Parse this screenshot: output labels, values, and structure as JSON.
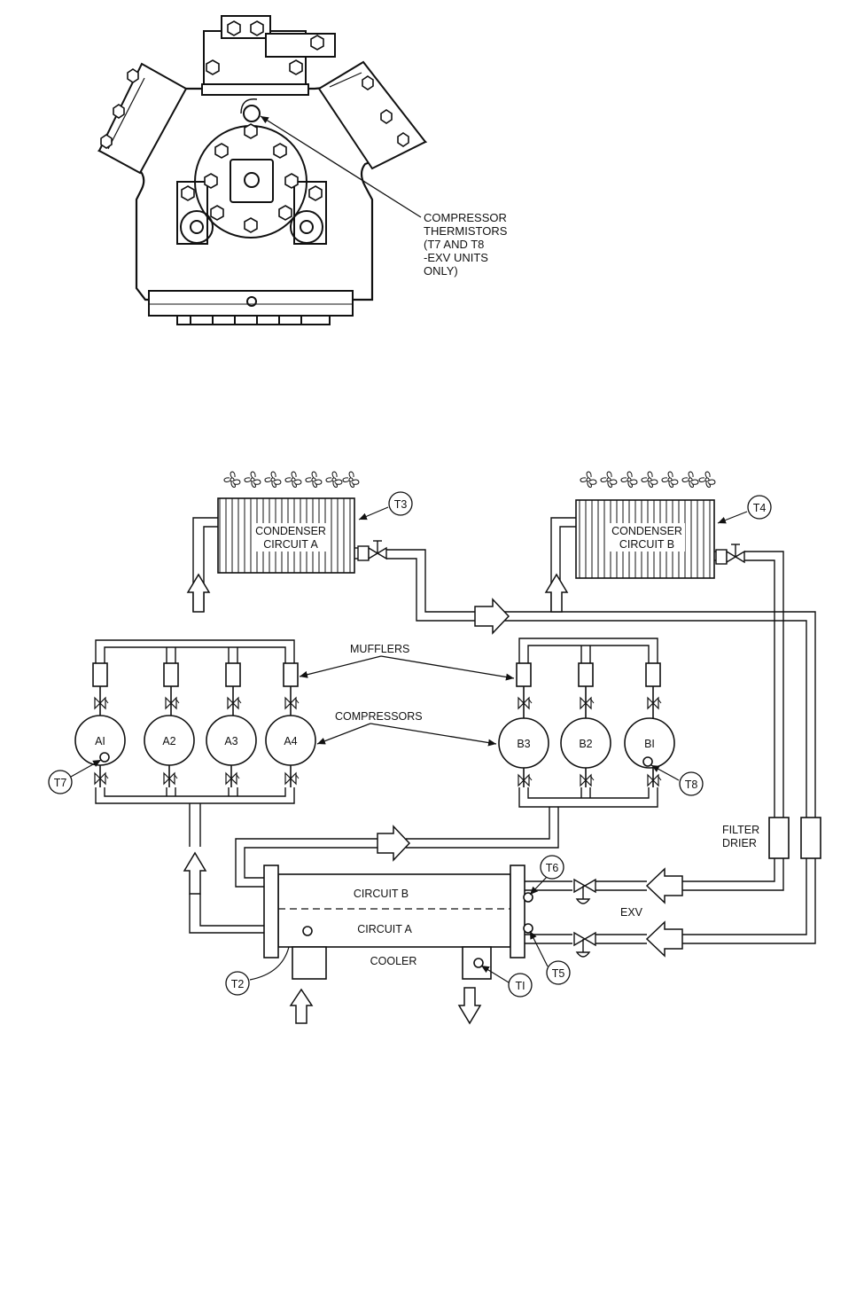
{
  "compressor_view": {
    "thermistor_callout": [
      "COMPRESSOR",
      "THERMISTORS",
      "(T7 AND T8",
      "-EXV UNITS",
      "ONLY)"
    ]
  },
  "schematic": {
    "condenser_a": [
      "CONDENSER",
      "CIRCUIT A"
    ],
    "condenser_b": [
      "CONDENSER",
      "CIRCUIT B"
    ],
    "mufflers_label": "MUFFLERS",
    "compressors_label": "COMPRESSORS",
    "compressors_a": [
      "AI",
      "A2",
      "A3",
      "A4"
    ],
    "compressors_b": [
      "B3",
      "B2",
      "BI"
    ],
    "filter_drier": [
      "FILTER",
      "DRIER"
    ],
    "cooler_circuit_b": "CIRCUIT B",
    "cooler_circuit_a": "CIRCUIT A",
    "cooler_label": "COOLER",
    "exv_label": "EXV",
    "sensors": {
      "t1": "TI",
      "t2": "T2",
      "t3": "T3",
      "t4": "T4",
      "t5": "T5",
      "t6": "T6",
      "t7": "T7",
      "t8": "T8"
    }
  }
}
